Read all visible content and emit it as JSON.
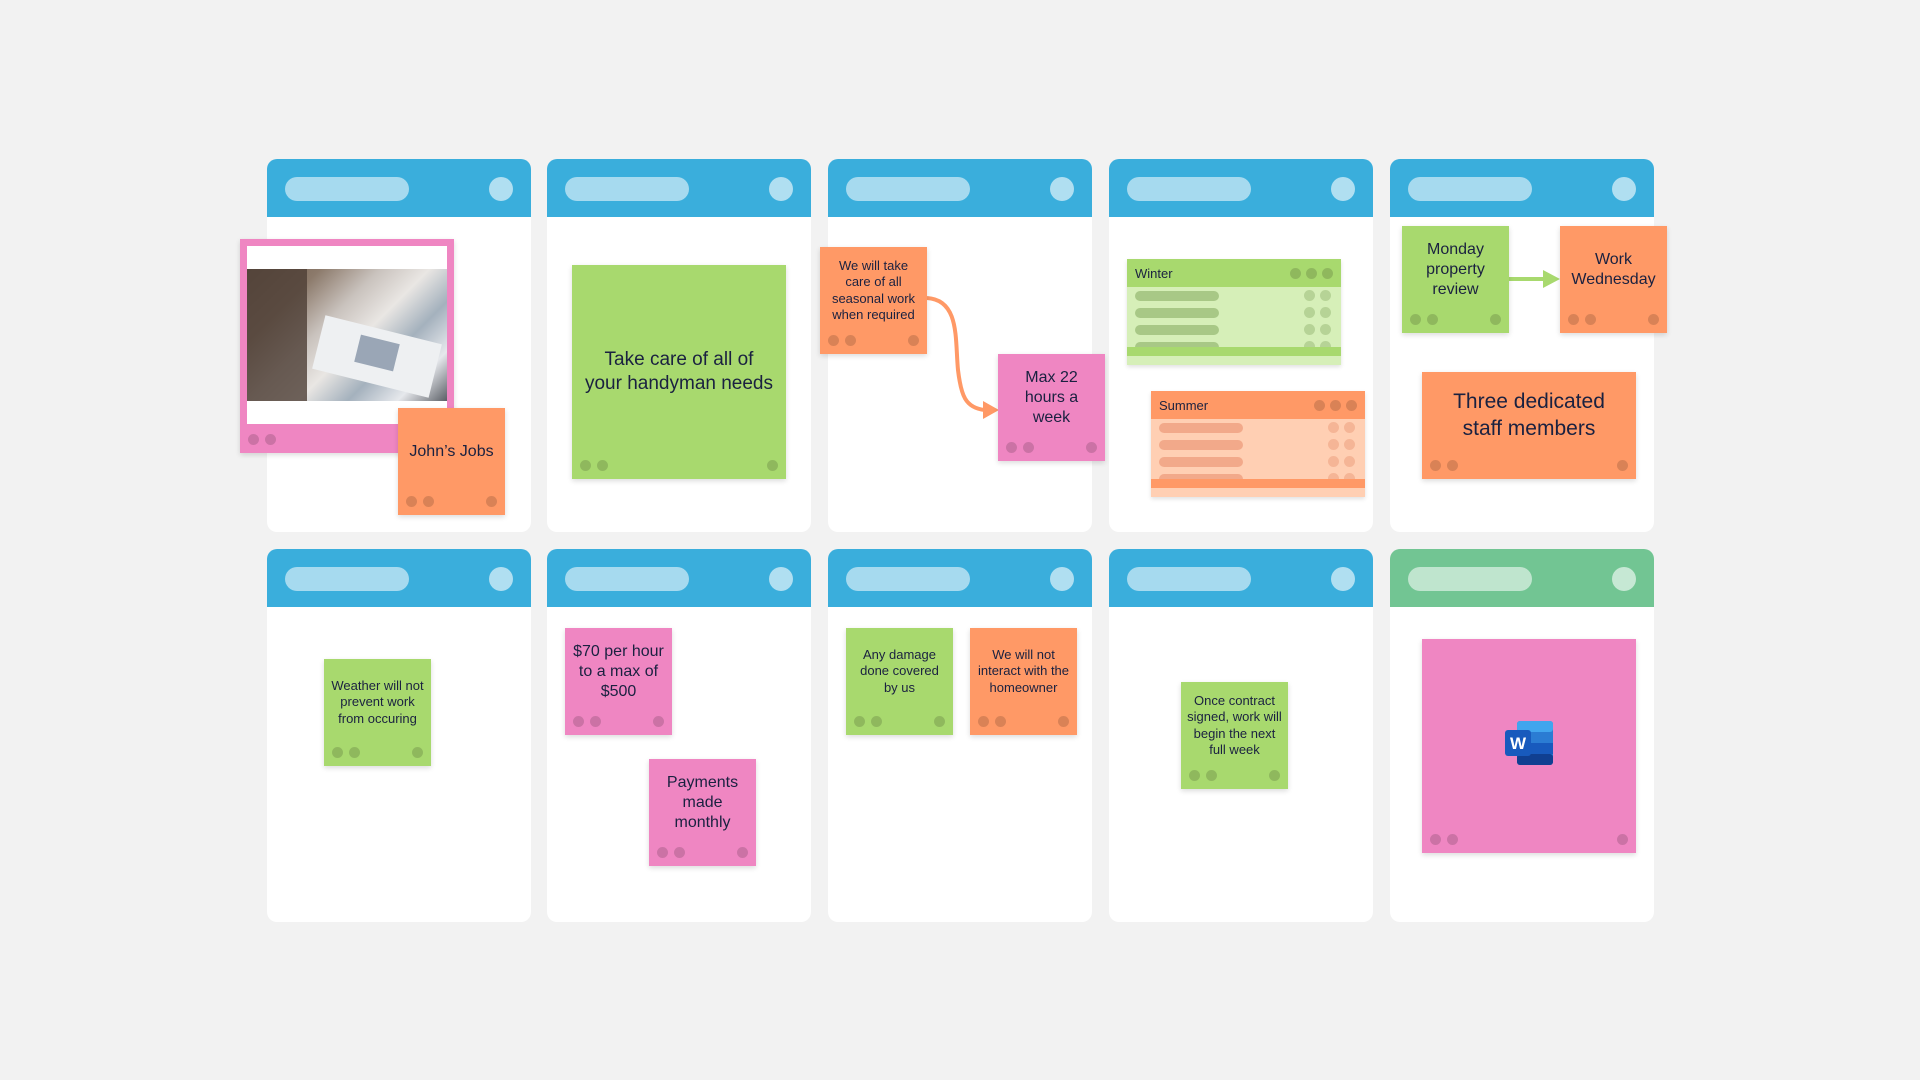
{
  "colors": {
    "background": "#f2f2f2",
    "panel_header_blue": "#3aaedc",
    "panel_header_green": "#72c593",
    "note_green": "#a8d96e",
    "note_orange": "#ff9966",
    "note_pink": "#ef86c2",
    "connector_orange": "#ff9966",
    "connector_green": "#a8d96e"
  },
  "notes": {
    "johns_jobs": "John’s Jobs",
    "handyman": "Take care of all of your handyman needs",
    "seasonal": "We will take care of all seasonal work when required",
    "max_hours": "Max 22 hours a week",
    "monday_review": "Monday property review",
    "work_wednesday": "Work Wednesday",
    "staff": "Three dedicated staff members",
    "weather": "Weather will not prevent work from occuring",
    "rate": "$70 per hour to a max of $500",
    "payments": "Payments made monthly",
    "damage": "Any damage done covered by us",
    "homeowner": "We will not interact with the homeowner",
    "contract": "Once contract signed, work will begin the next full week"
  },
  "tables": {
    "winter_title": "Winter",
    "summer_title": "Summer"
  },
  "icons": {
    "document": "word-document-icon",
    "photo": "magazine-photo"
  }
}
